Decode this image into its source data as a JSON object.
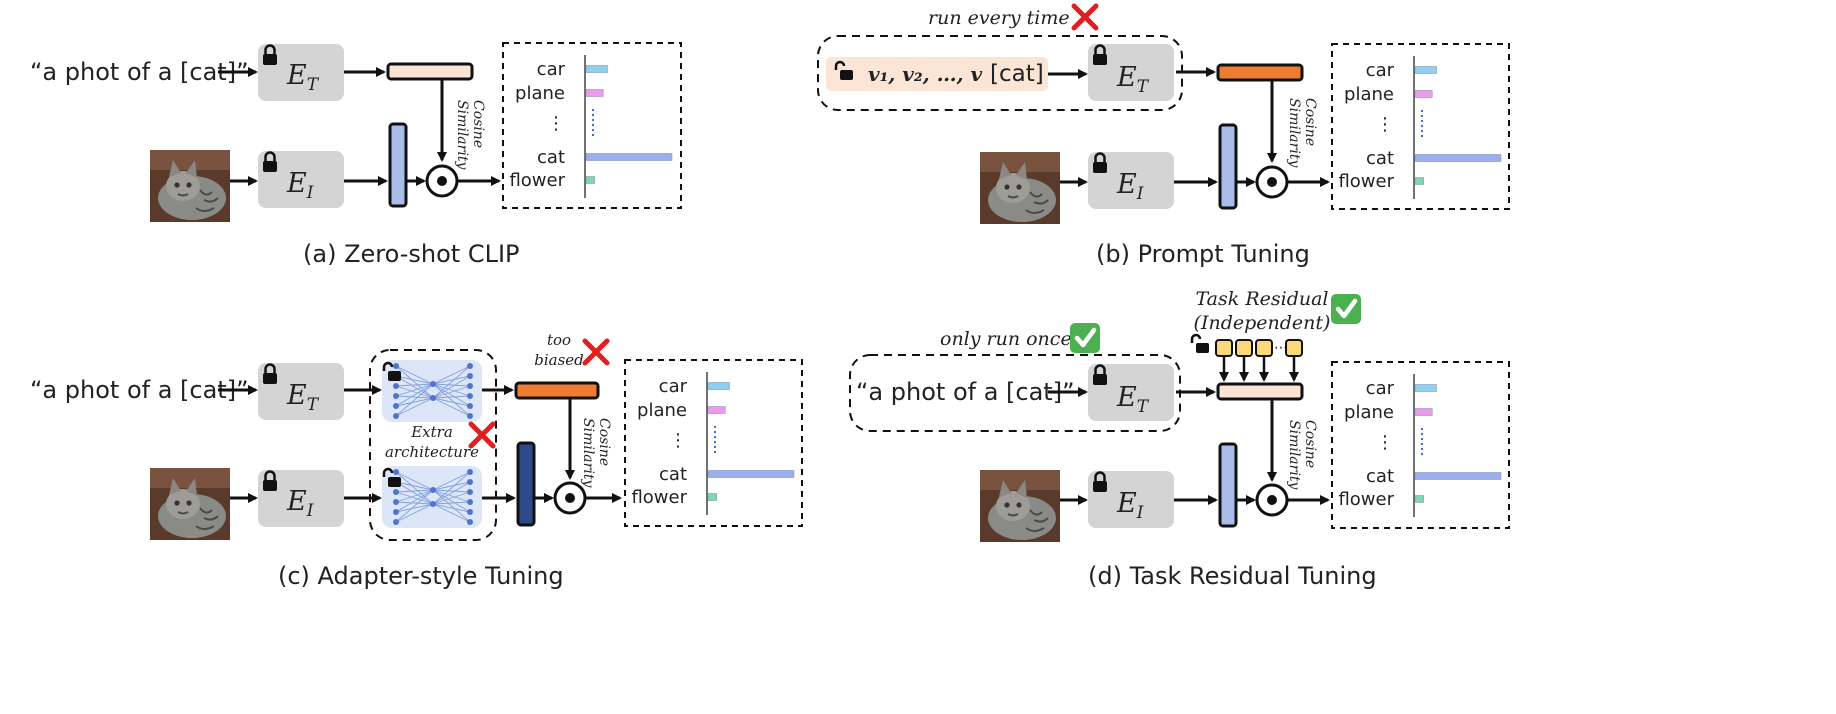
{
  "panels": {
    "a": {
      "caption": "(a) Zero-shot CLIP",
      "text_input": "“a phot of a [cat]”",
      "text_encoder": {
        "main": "E",
        "sub": "T"
      },
      "image_encoder": {
        "main": "E",
        "sub": "I"
      },
      "similarity": "Cosine Similarity"
    },
    "b": {
      "caption": "(b) Prompt Tuning",
      "note": "run every time",
      "prompt_vectors": "v₁, v₂, …, v",
      "prompt_class": "[cat]",
      "text_encoder": {
        "main": "E",
        "sub": "T"
      },
      "image_encoder": {
        "main": "E",
        "sub": "I"
      },
      "similarity": "Cosine Similarity"
    },
    "c": {
      "caption": "(c) Adapter-style Tuning",
      "text_input": "“a phot of a [cat]”",
      "text_encoder": {
        "main": "E",
        "sub": "T"
      },
      "image_encoder": {
        "main": "E",
        "sub": "I"
      },
      "note_biased": "too biased",
      "note_extra": "Extra architecture",
      "similarity": "Cosine Similarity"
    },
    "d": {
      "caption": "(d) Task Residual Tuning",
      "text_input": "“a phot of a [cat]”",
      "text_encoder": {
        "main": "E",
        "sub": "T"
      },
      "image_encoder": {
        "main": "E",
        "sub": "I"
      },
      "note_once": "only run once",
      "residual_title": "Task Residual",
      "residual_sub": "(Independent)",
      "similarity": "Cosine Similarity"
    }
  },
  "chart_data": {
    "type": "bar",
    "categories": [
      "car",
      "plane",
      "⋮",
      "cat",
      "flower"
    ],
    "values": [
      0.25,
      0.2,
      null,
      1.0,
      0.1
    ],
    "colors": [
      "#8fd0f0",
      "#ee99ee",
      "#4466dd",
      "#9aaef0",
      "#7fd8b0"
    ]
  },
  "colors": {
    "encoder": "#d4d4d4",
    "text_feature_light": "#fbe5d6",
    "text_feature_orange": "#ed7d31",
    "image_feature": "#a9bde8",
    "image_feature_dark": "#2f4a8a",
    "residual": "#f9d97a",
    "adapter": "#dde6f8",
    "cross": "#e02020",
    "check": "#4caf50"
  },
  "icons": [
    "lock-icon",
    "unlock-icon",
    "cat-photo",
    "cross-icon",
    "check-icon",
    "mlp-network-icon"
  ]
}
